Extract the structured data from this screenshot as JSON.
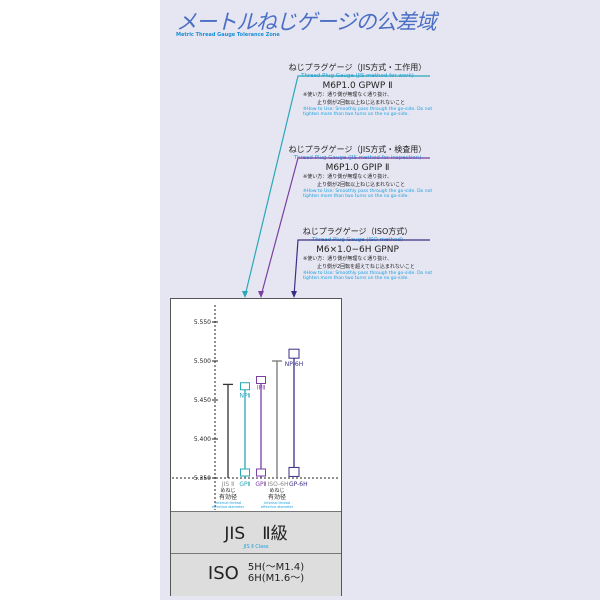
{
  "title": "メートルねじゲージの公差域",
  "subtitle": "Metric Thread Gauge Tolerance Zone",
  "callouts": [
    {
      "jp": "ねじプラグゲージ（JIS方式・工作用）",
      "en": "Thread Plug Gauge (JIS method for work)",
      "model": "M6P1.0 GPWP Ⅱ",
      "note1": "※使い方：通り側が無理なく通り抜け、",
      "note2": "止り側が2回転以上ねじ込まれないこと",
      "howto": "※How to Use: Smoothly pass through the go-side. Do not tighten more than two turns on the no go-side.",
      "color": "#2aa7b8"
    },
    {
      "jp": "ねじプラグゲージ（JIS方式・検査用）",
      "en": "Thread Plug Gauge (JIS method for inspection)",
      "model": "M6P1.0 GPIP Ⅱ",
      "note1": "※使い方：通り側が無理なく通り抜け、",
      "note2": "止り側が2回転以上ねじ込まれないこと",
      "howto": "※How to Use: Smoothly pass through the go-side. Do not tighten more than two turns on the no go-side.",
      "color": "#7a3fa0"
    },
    {
      "jp": "ねじプラグゲージ（ISO方式）",
      "en": "Thread Plug Gauge (ISO method)",
      "model": "M6×1.0−6H GPNP",
      "note1": "※使い方：通り側が無理なく通り抜け、",
      "note2": "止り側が2回転を超えてねじ込まれないこと",
      "howto": "※How to Use: Smoothly pass through the go-side. Do not tighten more than two turns on the no go-side.",
      "color": "#3a2f86"
    }
  ],
  "chart_data": {
    "type": "range",
    "yticks": [
      "5.550",
      "5.500",
      "5.450",
      "5.400",
      "5.350"
    ],
    "ylim": [
      5.35,
      5.56
    ],
    "ranges": [
      {
        "label": "JIS Ⅱ",
        "top": 5.47,
        "bottom": 5.35,
        "color": "#333333"
      },
      {
        "label": "NPⅡ",
        "go_label": "GPⅡ",
        "top": 5.467,
        "bottom": 5.35,
        "color": "#2aa7b8"
      },
      {
        "label": "IPⅡ",
        "go_label": "GPⅡ",
        "top": 5.475,
        "bottom": 5.35,
        "color": "#7a3fa0"
      },
      {
        "label": "ISO-6H",
        "top": 5.5,
        "bottom": 5.35,
        "color": "#777777"
      },
      {
        "label": "NP-6H",
        "go_label": "GP-6H",
        "top": 5.51,
        "bottom": 5.352,
        "color": "#3a2f86"
      }
    ],
    "group_labels": [
      {
        "jp1": "めねじ",
        "jp2": "有効径",
        "en": "Internal thread effective diameter"
      },
      {
        "jp1": "めねじ",
        "jp2": "有効径",
        "en": "Internal thread effective diameter"
      }
    ]
  },
  "classes": {
    "jis": "JIS　Ⅱ級",
    "jis_en": "JIS Ⅱ Class",
    "iso": "ISO",
    "iso_1": "5H(〜M1.4)",
    "iso_2": "6H(M1.6〜)"
  }
}
